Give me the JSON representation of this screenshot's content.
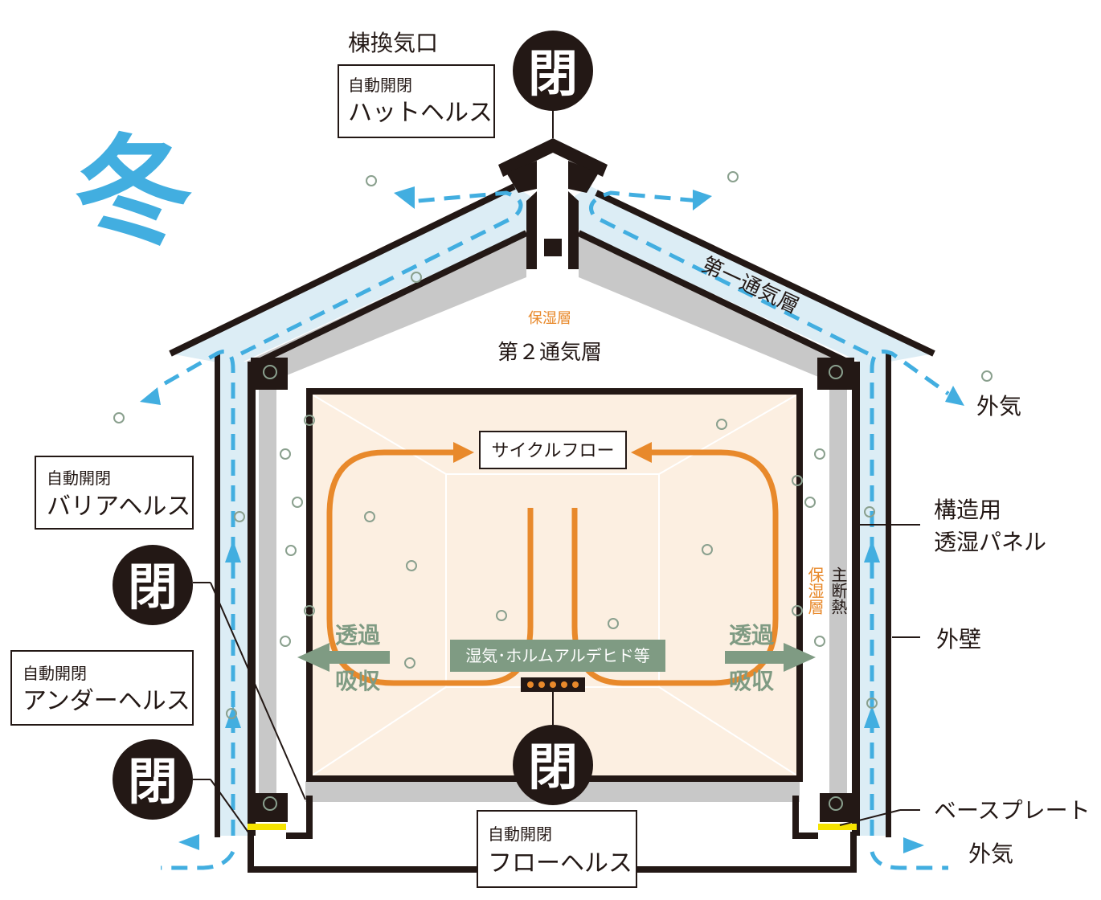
{
  "season": "冬",
  "ridge_vent_label": "棟換気口",
  "auto_open_close": "自動開閉",
  "hat_health": "ハットヘルス",
  "barrier_health": "バリアヘルス",
  "under_health": "アンダーヘルス",
  "flow_health": "フローヘルス",
  "closed": "閉",
  "moisture_layer": "保湿層",
  "second_vent_layer": "第２通気層",
  "first_vent_layer": "第一通気層",
  "outside_air": "外気",
  "structural_panel_line1": "構造用",
  "structural_panel_line2": "透湿パネル",
  "outer_wall": "外壁",
  "base_plate": "ベースプレート",
  "main_insulation": "主断熱",
  "cycle_flow": "サイクルフロー",
  "permeate": "透過",
  "absorb": "吸収",
  "humidity_substances": "湿気･ホルムアルデヒド等",
  "colors": {
    "air_blue": "#42aee0",
    "vent_fill": "#dcedf5",
    "moisture_gray": "#c8c8c8",
    "interior": "#fcefe1",
    "cycle_orange": "#e8892b",
    "transfer_green": "#7f9b83",
    "dark": "#231815"
  }
}
